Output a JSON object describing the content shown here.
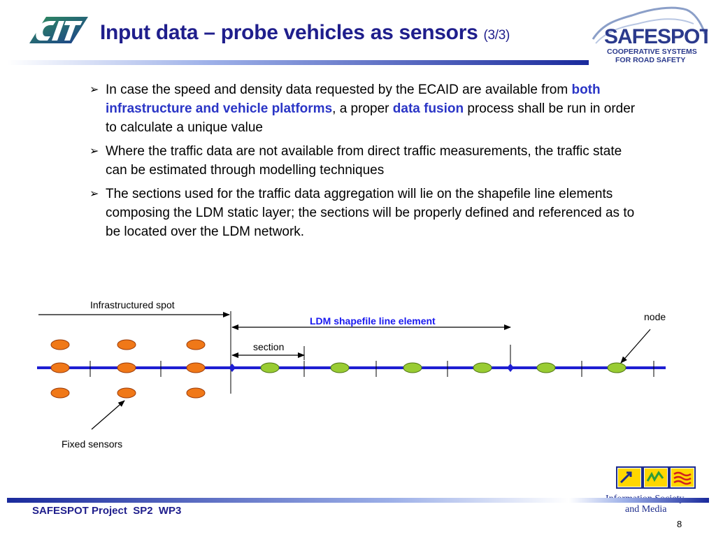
{
  "header": {
    "title": "Input data – probe vehicles as sensors",
    "title_suffix": "(3/3)",
    "left_logo": "cvit-logo",
    "right_logo": {
      "wordmark": "SAFESPOT",
      "tagline_1": "COOPERATIVE SYSTEMS",
      "tagline_2": "FOR ROAD SAFETY"
    }
  },
  "bullets": [
    {
      "parts": [
        {
          "text": "In case the speed and density data requested by the ECAID are available from ",
          "hl": false
        },
        {
          "text": "both infrastructure and vehicle platforms",
          "hl": true
        },
        {
          "text": ", a proper ",
          "hl": false
        },
        {
          "text": "data fusion",
          "hl": true
        },
        {
          "text": " process shall be run in order to calculate a unique value",
          "hl": false
        }
      ]
    },
    {
      "parts": [
        {
          "text": "Where the traffic data are not available from direct traffic measurements, the traffic state can be estimated through modelling techniques",
          "hl": false
        }
      ]
    },
    {
      "parts": [
        {
          "text": "The sections used for the traffic data aggregation will lie on the shapefile line elements composing the LDM static layer; the sections will be properly defined and referenced as to be located over the LDM network.",
          "hl": false
        }
      ]
    }
  ],
  "diagram": {
    "label_infrastructured_spot": "Infrastructured spot",
    "label_ldm_element": "LDM shapefile line element",
    "label_section": "section",
    "label_node": "node",
    "label_fixed_sensors": "Fixed sensors"
  },
  "footer": {
    "project": "SAFESPOT Project  SP2  WP3",
    "page_number": "8",
    "ist_logo_line1": "Information Society",
    "ist_logo_line2": "and Media"
  },
  "colors": {
    "title": "#1F1E8C",
    "highlight": "#2A35C6",
    "road_line": "#1E1ED2",
    "fixed_sensor": "#F07818",
    "probe_vehicle": "#99CC33"
  }
}
